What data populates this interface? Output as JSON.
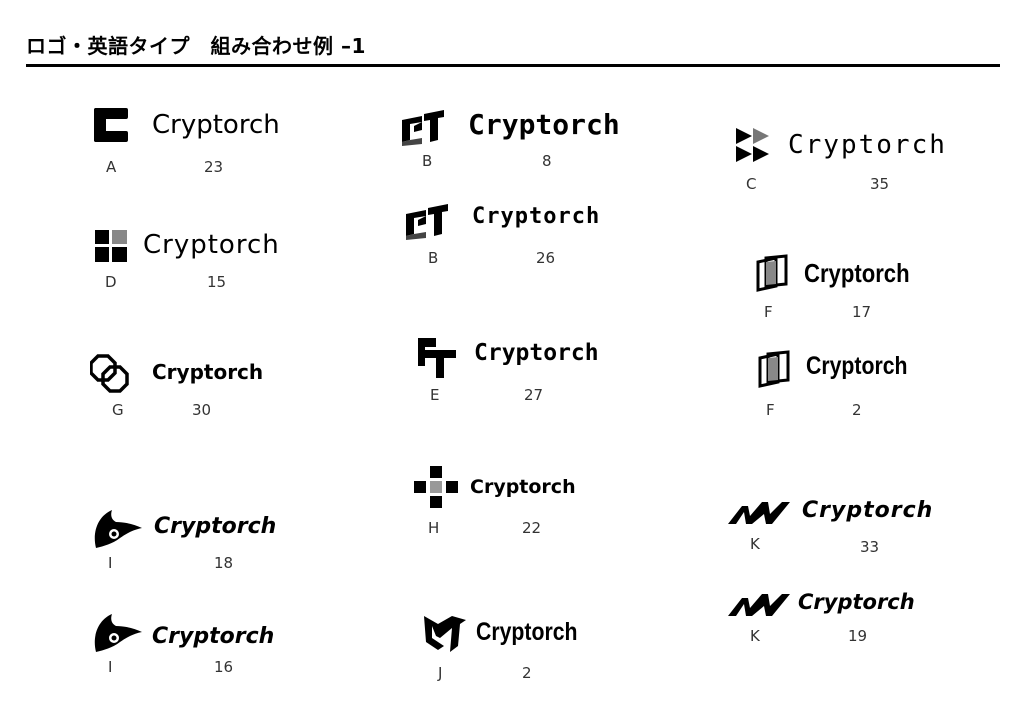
{
  "header": {
    "title": "ロゴ・英語タイプ　組み合わせ例 –1"
  },
  "logos": [
    {
      "id": "A1",
      "wordmark": "Cryptorch",
      "letter": "A",
      "number": "23"
    },
    {
      "id": "B1",
      "wordmark": "Cryptorch",
      "letter": "B",
      "number": "8"
    },
    {
      "id": "C1",
      "wordmark": "Cryptorch",
      "letter": "C",
      "number": "35"
    },
    {
      "id": "B2",
      "wordmark": "Cryptorch",
      "letter": "B",
      "number": "26"
    },
    {
      "id": "D1",
      "wordmark": "Cryptorch",
      "letter": "D",
      "number": "15"
    },
    {
      "id": "F1",
      "wordmark": "Cryptorch",
      "letter": "F",
      "number": "17"
    },
    {
      "id": "E1",
      "wordmark": "Cryptorch",
      "letter": "E",
      "number": "27"
    },
    {
      "id": "G1",
      "wordmark": "Cryptorch",
      "letter": "G",
      "number": "30"
    },
    {
      "id": "F2",
      "wordmark": "Cryptorch",
      "letter": "F",
      "number": "2"
    },
    {
      "id": "H1",
      "wordmark": "Cryptorch",
      "letter": "H",
      "number": "22"
    },
    {
      "id": "K1",
      "wordmark": "Cryptorch",
      "letter": "K",
      "number": "33"
    },
    {
      "id": "I1",
      "wordmark": "Cryptorch",
      "letter": "I",
      "number": "18"
    },
    {
      "id": "K2",
      "wordmark": "Cryptorch",
      "letter": "K",
      "number": "19"
    },
    {
      "id": "I2",
      "wordmark": "Cryptorch",
      "letter": "I",
      "number": "16"
    },
    {
      "id": "J1",
      "wordmark": "Cryptorch",
      "letter": "J",
      "number": "2"
    }
  ]
}
